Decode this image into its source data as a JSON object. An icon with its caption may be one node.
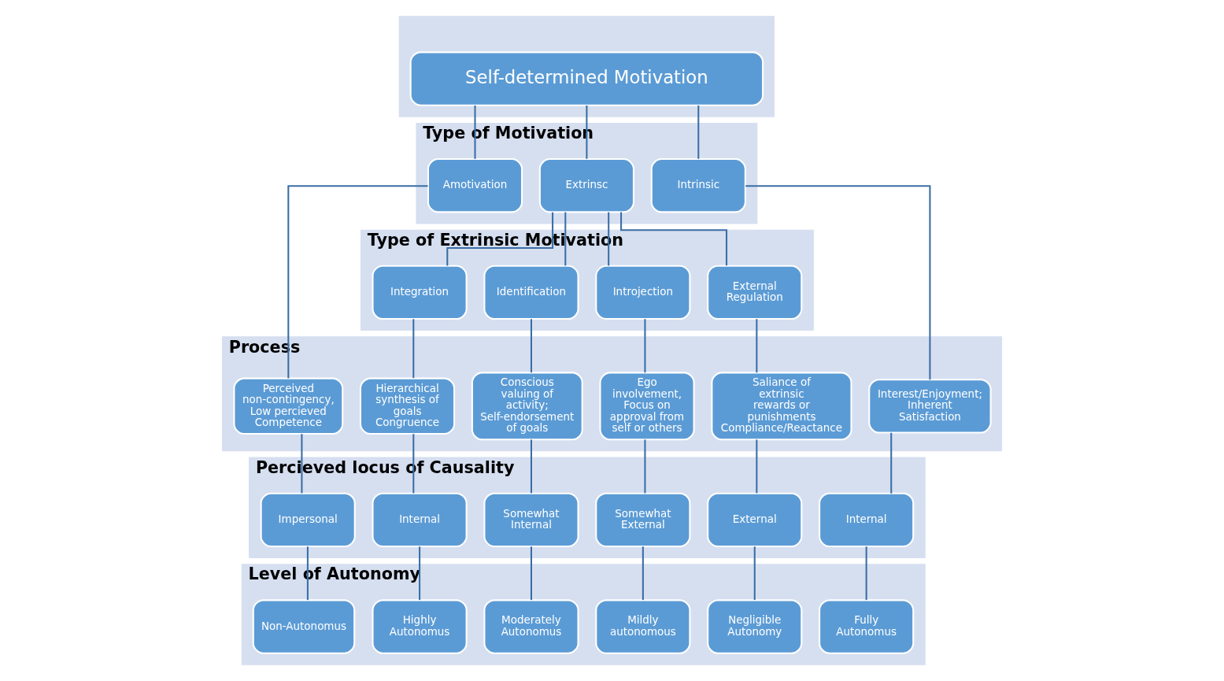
{
  "diagram": {
    "nodes": [
      {
        "text": [],
        "shape": "box"
      },
      {
        "text": [
          "Self-determined Motivation"
        ],
        "in": 0
      },
      {
        "text": [
          "Type of Motivation"
        ]
      },
      {
        "text": [
          "Amotivation"
        ],
        "in": 2
      },
      {
        "text": [
          "Extrinsc"
        ],
        "in": 2
      },
      {
        "text": [
          "Intrinsic"
        ],
        "in": 2
      },
      {
        "text": [
          "Type of Extrinsic Motivation"
        ]
      },
      {
        "text": [
          "External Regulation"
        ],
        "in": 6
      },
      {
        "text": [
          "Introjection"
        ],
        "in": 6
      },
      {
        "text": [
          "Identification"
        ],
        "in": 6
      },
      {
        "text": [
          "Integration"
        ],
        "in": 6
      },
      {
        "text": [
          "Process"
        ]
      },
      {
        "text": [
          "Perceived non-contingency, Low percieved Competence"
        ],
        "in": 11
      },
      {
        "text": [
          "Saliance of extrinsic rewards or punishments Compliance/Reactance"
        ],
        "in": 11
      },
      {
        "text": [
          "Ego involvement, Focus on approval from self or others"
        ],
        "in": 11
      },
      {
        "text": [
          "Conscious valuing of activity; Self-endorsement of goals"
        ],
        "in": 11
      },
      {
        "text": [
          "Hierarchical synthesis of goals Congruence"
        ],
        "in": 11
      },
      {
        "text": [
          "Interest/Enjoyment; Inherent Satisfaction"
        ],
        "in": 11
      },
      {
        "text": [
          "Percieved locus of Causality"
        ]
      },
      {
        "text": [
          "Impersonal"
        ],
        "in": 18
      },
      {
        "text": [
          "External"
        ],
        "in": 18
      },
      {
        "text": [
          "Somewhat External"
        ],
        "in": 18
      },
      {
        "text": [
          "Somewhat Internal"
        ],
        "in": 18
      },
      {
        "text": [
          "Internal"
        ],
        "in": 18
      },
      {
        "text": [
          "Internal"
        ],
        "in": 18
      },
      {
        "text": [
          "Level of Autonomy"
        ]
      },
      {
        "text": [
          "Non-Autonomus"
        ],
        "in": 25
      },
      {
        "text": [
          "Negligible Autonomy"
        ],
        "in": 25
      },
      {
        "text": [
          "Mildly autonomous"
        ],
        "in": 25
      },
      {
        "text": [
          "Moderately Autonomus"
        ],
        "in": 25
      },
      {
        "text": [
          "Highly Autonomus"
        ],
        "in": 25
      },
      {
        "text": [
          "Fully Autonomus"
        ],
        "in": 25
      }
    ],
    "edges": [
      {
        "from": 1,
        "to": 3,
        "arrow": "none"
      },
      {
        "from": 1,
        "to": 4,
        "arrow": "none"
      },
      {
        "from": 1,
        "to": 5,
        "arrow": "none"
      },
      {
        "from": 4,
        "to": 7,
        "arrow": "none"
      },
      {
        "from": 4,
        "to": 8,
        "arrow": "none"
      },
      {
        "from": 4,
        "to": 9,
        "arrow": "none"
      },
      {
        "from": 4,
        "to": 10,
        "arrow": "none"
      },
      {
        "from": 3,
        "to": 12,
        "arrow": "none"
      },
      {
        "from": 7,
        "to": 13,
        "arrow": "none"
      },
      {
        "from": 8,
        "to": 14,
        "arrow": "none"
      },
      {
        "from": 9,
        "to": 15,
        "arrow": "none"
      },
      {
        "from": 10,
        "to": 16,
        "arrow": "none"
      },
      {
        "from": 5,
        "to": 17,
        "arrow": "none"
      },
      {
        "from": 12,
        "to": 19,
        "arrow": "none"
      },
      {
        "from": 13,
        "to": 20,
        "arrow": "none"
      },
      {
        "from": 14,
        "to": 21,
        "arrow": "none"
      },
      {
        "from": 15,
        "to": 22,
        "arrow": "none"
      },
      {
        "from": 16,
        "to": 23,
        "arrow": "none"
      },
      {
        "from": 17,
        "to": 24,
        "arrow": "none"
      },
      {
        "from": 19,
        "to": 26,
        "arrow": "none"
      },
      {
        "from": 20,
        "to": 27,
        "arrow": "none"
      },
      {
        "from": 21,
        "to": 28,
        "arrow": "none"
      },
      {
        "from": 22,
        "to": 29,
        "arrow": "none"
      },
      {
        "from": 23,
        "to": 30,
        "arrow": "none"
      },
      {
        "from": 24,
        "to": 31,
        "arrow": "none"
      }
    ]
  }
}
